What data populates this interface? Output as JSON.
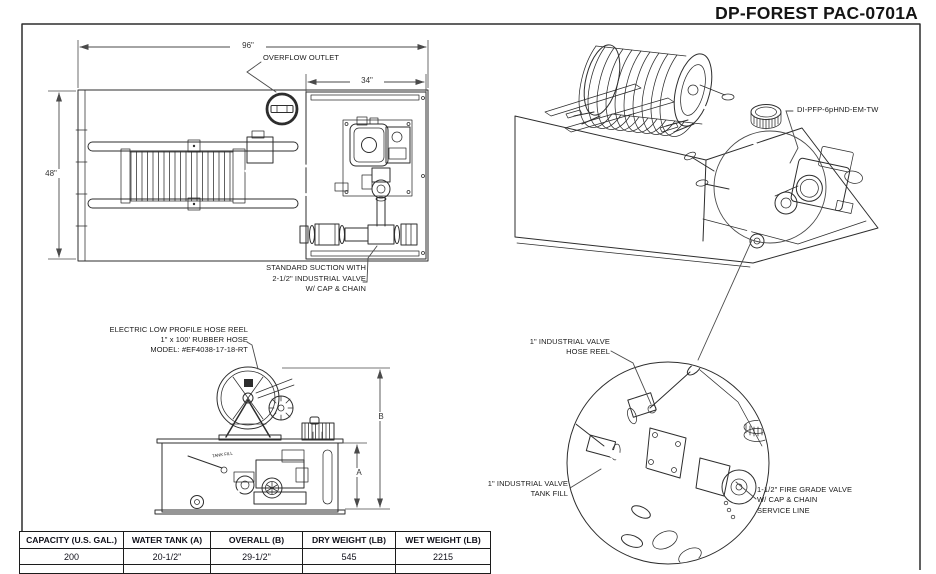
{
  "title": "DP-FOREST PAC-0701A",
  "plan_view": {
    "dims": {
      "width": "96\"",
      "sub_width": "34\"",
      "height": "48\""
    },
    "labels": {
      "overflow": "OVERFLOW OUTLET",
      "suction": [
        "STANDARD SUCTION WITH",
        "2-1/2\" INDUSTRIAL VALVE",
        "W/ CAP & CHAIN"
      ]
    }
  },
  "iso_view": {
    "model_label": "DI-PFP-6pHND-EM-TW"
  },
  "side_view": {
    "dims": {
      "a": "A",
      "b": "B"
    },
    "labels": {
      "reel": [
        "ELECTRIC LOW PROFILE HOSE REEL",
        "1\" x 100' RUBBER HOSE",
        "MODEL: #EF4038-17-18-RT"
      ],
      "tank_fill_tag": "TANK FILL"
    }
  },
  "detail_view": {
    "labels": {
      "hose_reel_valve": [
        "1\" INDUSTRIAL VALVE",
        "HOSE REEL"
      ],
      "tank_fill_valve": [
        "1\" INDUSTRIAL VALVE",
        "TANK FILL"
      ],
      "service_valve": [
        "1-1/2\" FIRE GRADE VALVE",
        "W/ CAP & CHAIN",
        "SERVICE LINE"
      ]
    }
  },
  "spec_table": {
    "headers": [
      "CAPACITY (U.S. GAL.)",
      "WATER TANK (A)",
      "OVERALL (B)",
      "DRY WEIGHT (LB)",
      "WET WEIGHT (LB)"
    ],
    "row": [
      "200",
      "20-1/2\"",
      "29-1/2\"",
      "545",
      "2215"
    ]
  },
  "colors": {
    "line": "#2d2d2d",
    "dim_line": "#4a4a4a",
    "text": "#151515"
  }
}
